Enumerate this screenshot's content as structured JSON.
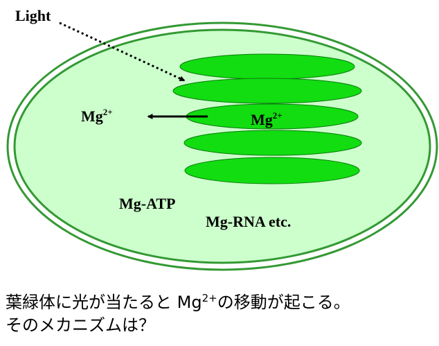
{
  "diagram": {
    "light_label": "Light",
    "mg_outer_label": "Mg",
    "mg_outer_charge": "2+",
    "mg_inner_label": "Mg",
    "mg_inner_charge": "2+",
    "mg_atp_label": "Mg-ATP",
    "mg_rna_label": "Mg-RNA etc.",
    "colors": {
      "stroma": "#ccffcc",
      "membrane": "#339933",
      "thylakoid": "#11dd11",
      "text": "#000000"
    }
  },
  "caption": {
    "line1_before": "葉緑体に光が当たると Mg",
    "line1_charge": "2+",
    "line1_after": "の移動が起こる。",
    "line2": "そのメカニズムは？"
  }
}
